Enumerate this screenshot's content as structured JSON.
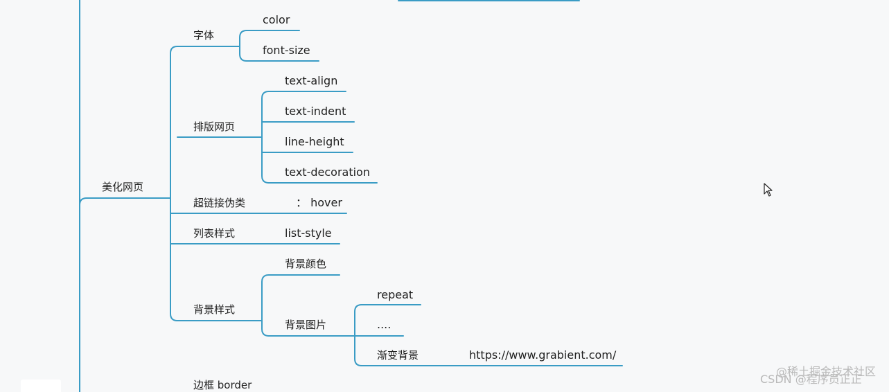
{
  "root": {
    "label": "美化网页",
    "branches": [
      {
        "label": "字体",
        "children": [
          "color",
          "font-size"
        ]
      },
      {
        "label": "排版网页",
        "children": [
          "text-align",
          "text-indent",
          "line-height",
          "text-decoration"
        ]
      },
      {
        "label": "超链接伪类",
        "value": "： hover"
      },
      {
        "label": "列表样式",
        "value": "list-style"
      },
      {
        "label": "背景样式",
        "children": [
          {
            "label": "背景颜色"
          },
          {
            "label": "背景图片",
            "children": [
              {
                "label": "repeat"
              },
              {
                "label": "...."
              },
              {
                "label": "渐变背景",
                "value": "https://www.grabient.com/"
              }
            ]
          }
        ]
      }
    ]
  },
  "next_topic": "边框 border",
  "watermark": {
    "line1": "@稀土掘金技术社区",
    "line2": "CSDN @程序员正正"
  },
  "colors": {
    "connector": "#3a9cc5",
    "background": "#f7f8f9",
    "text": "#1f1f1f"
  },
  "icons": [
    "mouse-cursor-icon"
  ]
}
